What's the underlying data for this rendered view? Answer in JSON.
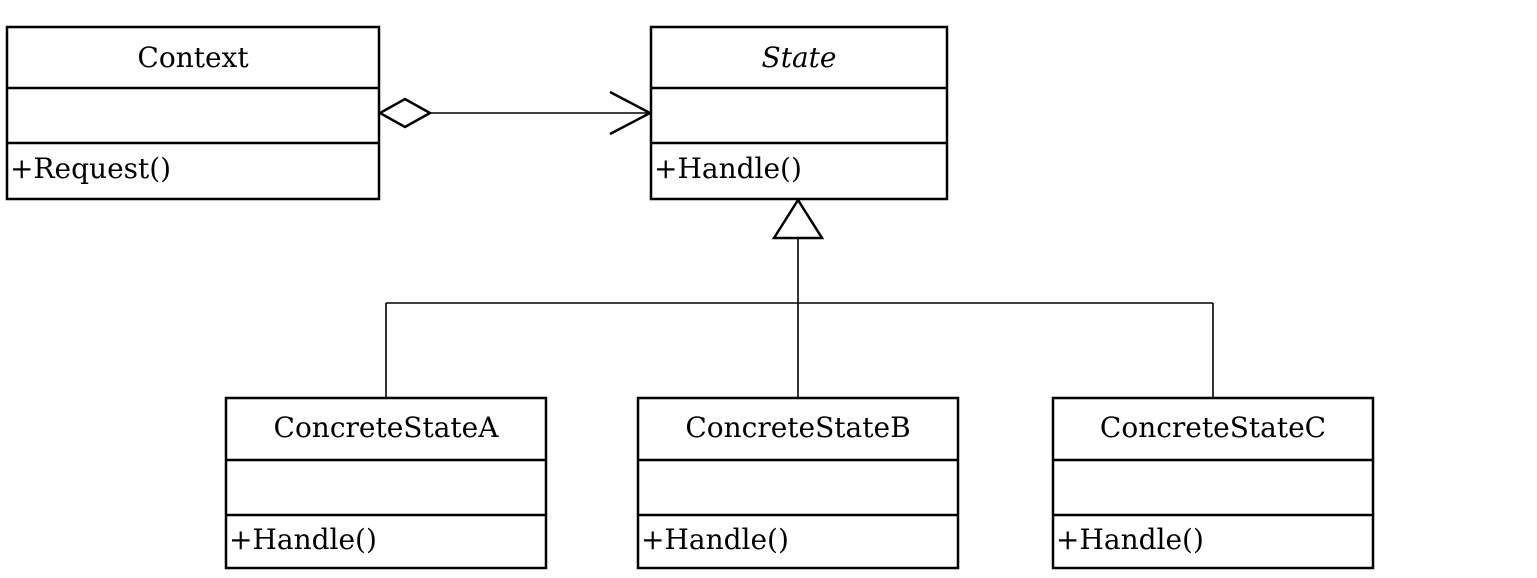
{
  "diagram": {
    "type": "uml-class-diagram",
    "classes": {
      "context": {
        "name": "Context",
        "attributes": "",
        "operation": "+Request()"
      },
      "state": {
        "name": "State",
        "abstract": true,
        "attributes": "",
        "operation": "+Handle()"
      },
      "concrete_a": {
        "name": "ConcreteStateA",
        "attributes": "",
        "operation": "+Handle()"
      },
      "concrete_b": {
        "name": "ConcreteStateB",
        "attributes": "",
        "operation": "+Handle()"
      },
      "concrete_c": {
        "name": "ConcreteStateC",
        "attributes": "",
        "operation": "+Handle()"
      }
    },
    "relationships": [
      {
        "kind": "aggregation",
        "from": "Context",
        "to": "State"
      },
      {
        "kind": "generalization",
        "from": "ConcreteStateA",
        "to": "State"
      },
      {
        "kind": "generalization",
        "from": "ConcreteStateB",
        "to": "State"
      },
      {
        "kind": "generalization",
        "from": "ConcreteStateC",
        "to": "State"
      }
    ]
  }
}
